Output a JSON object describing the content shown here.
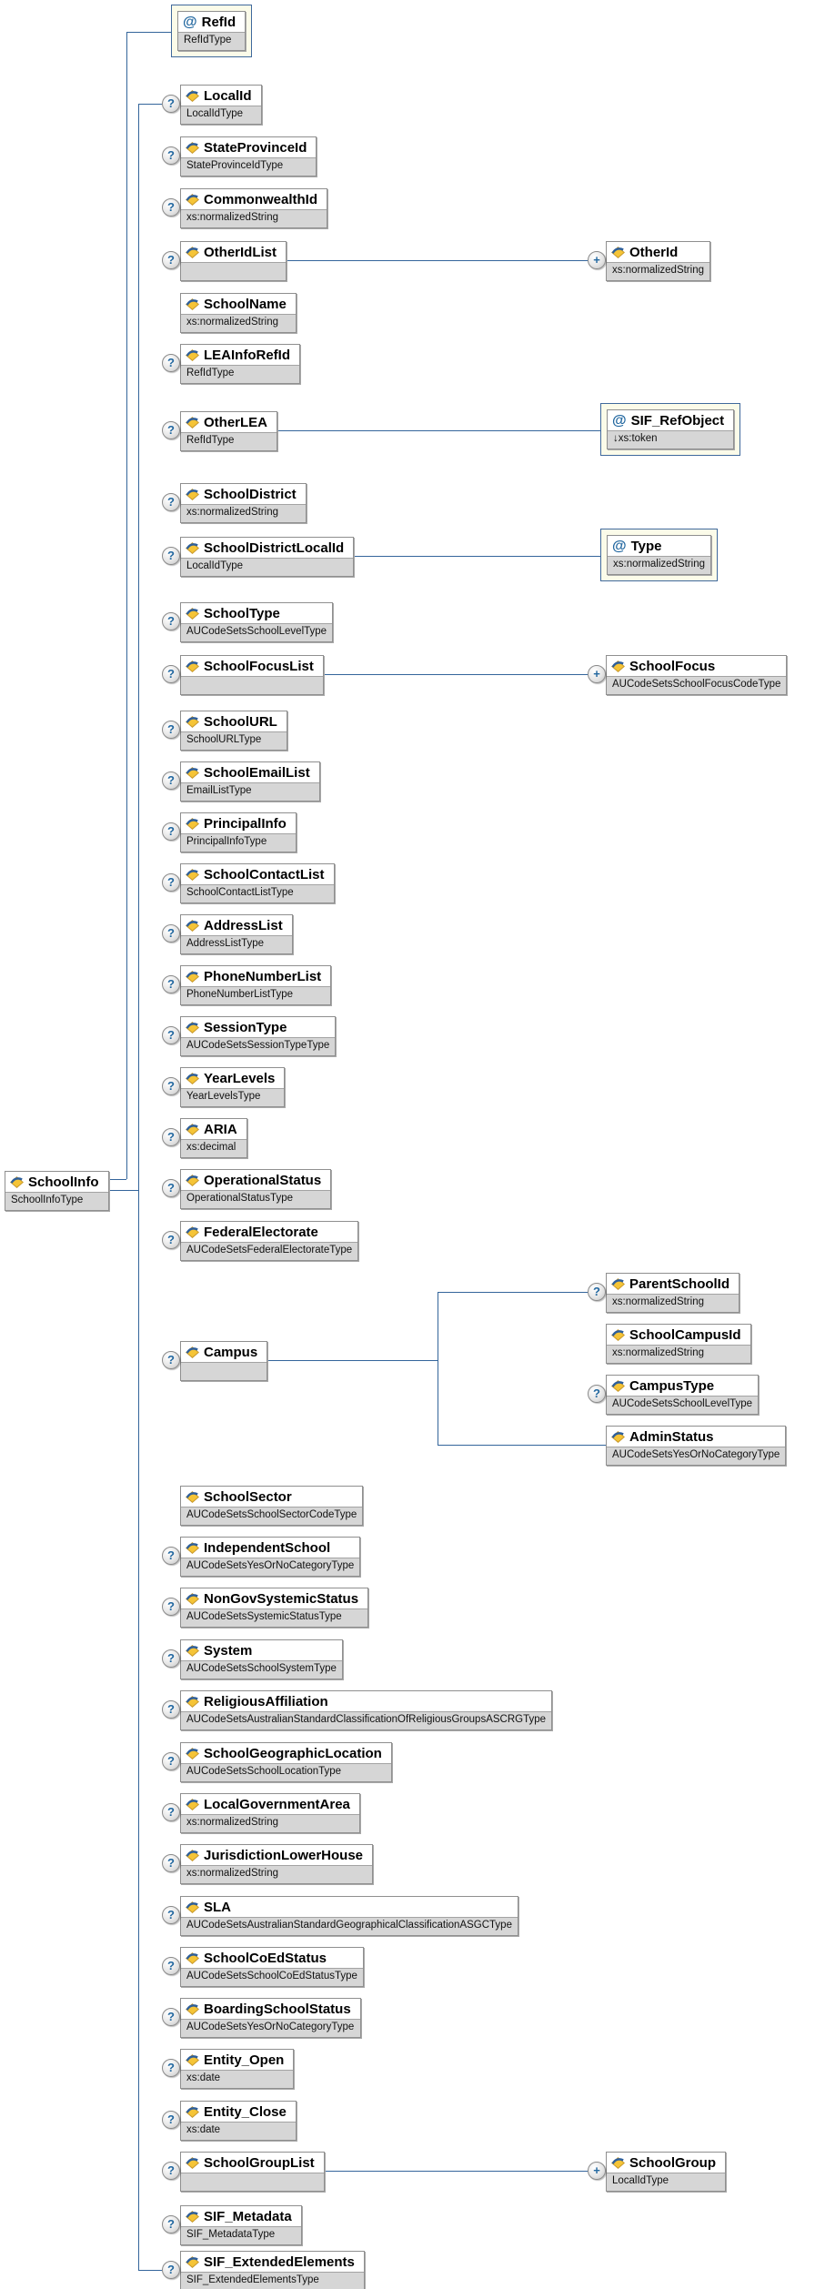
{
  "colors": {
    "connector_line": "#34659B",
    "box_border": "#8f8f8f",
    "type_bar_bg": "#d6d6d6",
    "highlight_bg": "#fbfbe9",
    "highlight_border": "#40699C",
    "accent_blue": "#2368A0"
  },
  "icons": {
    "element": "diamond-swoosh-icon",
    "attribute_symbol": "@"
  },
  "diagram": {
    "indicators": {
      "optional": "?",
      "repeat": "+"
    },
    "symbols": {
      "attribute": "@"
    },
    "root": {
      "label": "SchoolInfo",
      "type": "SchoolInfoType",
      "kind": "element"
    },
    "attribute": {
      "label": "RefId",
      "type": "RefIdType",
      "kind": "attribute",
      "highlighted": true
    },
    "children": [
      {
        "label": "LocalId",
        "type": "LocalIdType",
        "optional": true
      },
      {
        "label": "StateProvinceId",
        "type": "StateProvinceIdType",
        "optional": true
      },
      {
        "label": "CommonwealthId",
        "type": "xs:normalizedString",
        "optional": true
      },
      {
        "label": "OtherIdList",
        "type": "",
        "optional": true,
        "children": [
          {
            "label": "OtherId",
            "type": "xs:normalizedString",
            "repeat": true
          }
        ]
      },
      {
        "label": "SchoolName",
        "type": "xs:normalizedString"
      },
      {
        "label": "LEAInfoRefId",
        "type": "RefIdType",
        "optional": true
      },
      {
        "label": "OtherLEA",
        "type": "RefIdType",
        "optional": true,
        "children": [
          {
            "label": "SIF_RefObject",
            "type": "↓xs:token",
            "kind": "attribute",
            "highlighted": true
          }
        ]
      },
      {
        "label": "SchoolDistrict",
        "type": "xs:normalizedString",
        "optional": true
      },
      {
        "label": "SchoolDistrictLocalId",
        "type": "LocalIdType",
        "optional": true,
        "children": [
          {
            "label": "Type",
            "type": "xs:normalizedString",
            "kind": "attribute",
            "highlighted": true
          }
        ]
      },
      {
        "label": "SchoolType",
        "type": "AUCodeSetsSchoolLevelType",
        "optional": true
      },
      {
        "label": "SchoolFocusList",
        "type": "",
        "optional": true,
        "children": [
          {
            "label": "SchoolFocus",
            "type": "AUCodeSetsSchoolFocusCodeType",
            "repeat": true
          }
        ]
      },
      {
        "label": "SchoolURL",
        "type": "SchoolURLType",
        "optional": true
      },
      {
        "label": "SchoolEmailList",
        "type": "EmailListType",
        "optional": true
      },
      {
        "label": "PrincipalInfo",
        "type": "PrincipalInfoType",
        "optional": true
      },
      {
        "label": "SchoolContactList",
        "type": "SchoolContactListType",
        "optional": true
      },
      {
        "label": "AddressList",
        "type": "AddressListType",
        "optional": true
      },
      {
        "label": "PhoneNumberList",
        "type": "PhoneNumberListType",
        "optional": true
      },
      {
        "label": "SessionType",
        "type": "AUCodeSetsSessionTypeType",
        "optional": true
      },
      {
        "label": "YearLevels",
        "type": "YearLevelsType",
        "optional": true
      },
      {
        "label": "ARIA",
        "type": "xs:decimal",
        "optional": true
      },
      {
        "label": "OperationalStatus",
        "type": "OperationalStatusType",
        "optional": true
      },
      {
        "label": "FederalElectorate",
        "type": "AUCodeSetsFederalElectorateType",
        "optional": true
      },
      {
        "label": "Campus",
        "type": "",
        "optional": true,
        "children": [
          {
            "label": "ParentSchoolId",
            "type": "xs:normalizedString",
            "optional": true
          },
          {
            "label": "SchoolCampusId",
            "type": "xs:normalizedString"
          },
          {
            "label": "CampusType",
            "type": "AUCodeSetsSchoolLevelType",
            "optional": true
          },
          {
            "label": "AdminStatus",
            "type": "AUCodeSetsYesOrNoCategoryType"
          }
        ]
      },
      {
        "label": "SchoolSector",
        "type": "AUCodeSetsSchoolSectorCodeType"
      },
      {
        "label": "IndependentSchool",
        "type": "AUCodeSetsYesOrNoCategoryType",
        "optional": true
      },
      {
        "label": "NonGovSystemicStatus",
        "type": "AUCodeSetsSystemicStatusType",
        "optional": true
      },
      {
        "label": "System",
        "type": "AUCodeSetsSchoolSystemType",
        "optional": true
      },
      {
        "label": "ReligiousAffiliation",
        "type": "AUCodeSetsAustralianStandardClassificationOfReligiousGroupsASCRGType",
        "optional": true
      },
      {
        "label": "SchoolGeographicLocation",
        "type": "AUCodeSetsSchoolLocationType",
        "optional": true
      },
      {
        "label": "LocalGovernmentArea",
        "type": "xs:normalizedString",
        "optional": true
      },
      {
        "label": "JurisdictionLowerHouse",
        "type": "xs:normalizedString",
        "optional": true
      },
      {
        "label": "SLA",
        "type": "AUCodeSetsAustralianStandardGeographicalClassificationASGCType",
        "optional": true
      },
      {
        "label": "SchoolCoEdStatus",
        "type": "AUCodeSetsSchoolCoEdStatusType",
        "optional": true
      },
      {
        "label": "BoardingSchoolStatus",
        "type": "AUCodeSetsYesOrNoCategoryType",
        "optional": true
      },
      {
        "label": "Entity_Open",
        "type": "xs:date",
        "optional": true
      },
      {
        "label": "Entity_Close",
        "type": "xs:date",
        "optional": true
      },
      {
        "label": "SchoolGroupList",
        "type": "",
        "optional": true,
        "children": [
          {
            "label": "SchoolGroup",
            "type": "LocalIdType",
            "repeat": true
          }
        ]
      },
      {
        "label": "SIF_Metadata",
        "type": "SIF_MetadataType",
        "optional": true
      },
      {
        "label": "SIF_ExtendedElements",
        "type": "SIF_ExtendedElementsType",
        "optional": true
      }
    ]
  }
}
